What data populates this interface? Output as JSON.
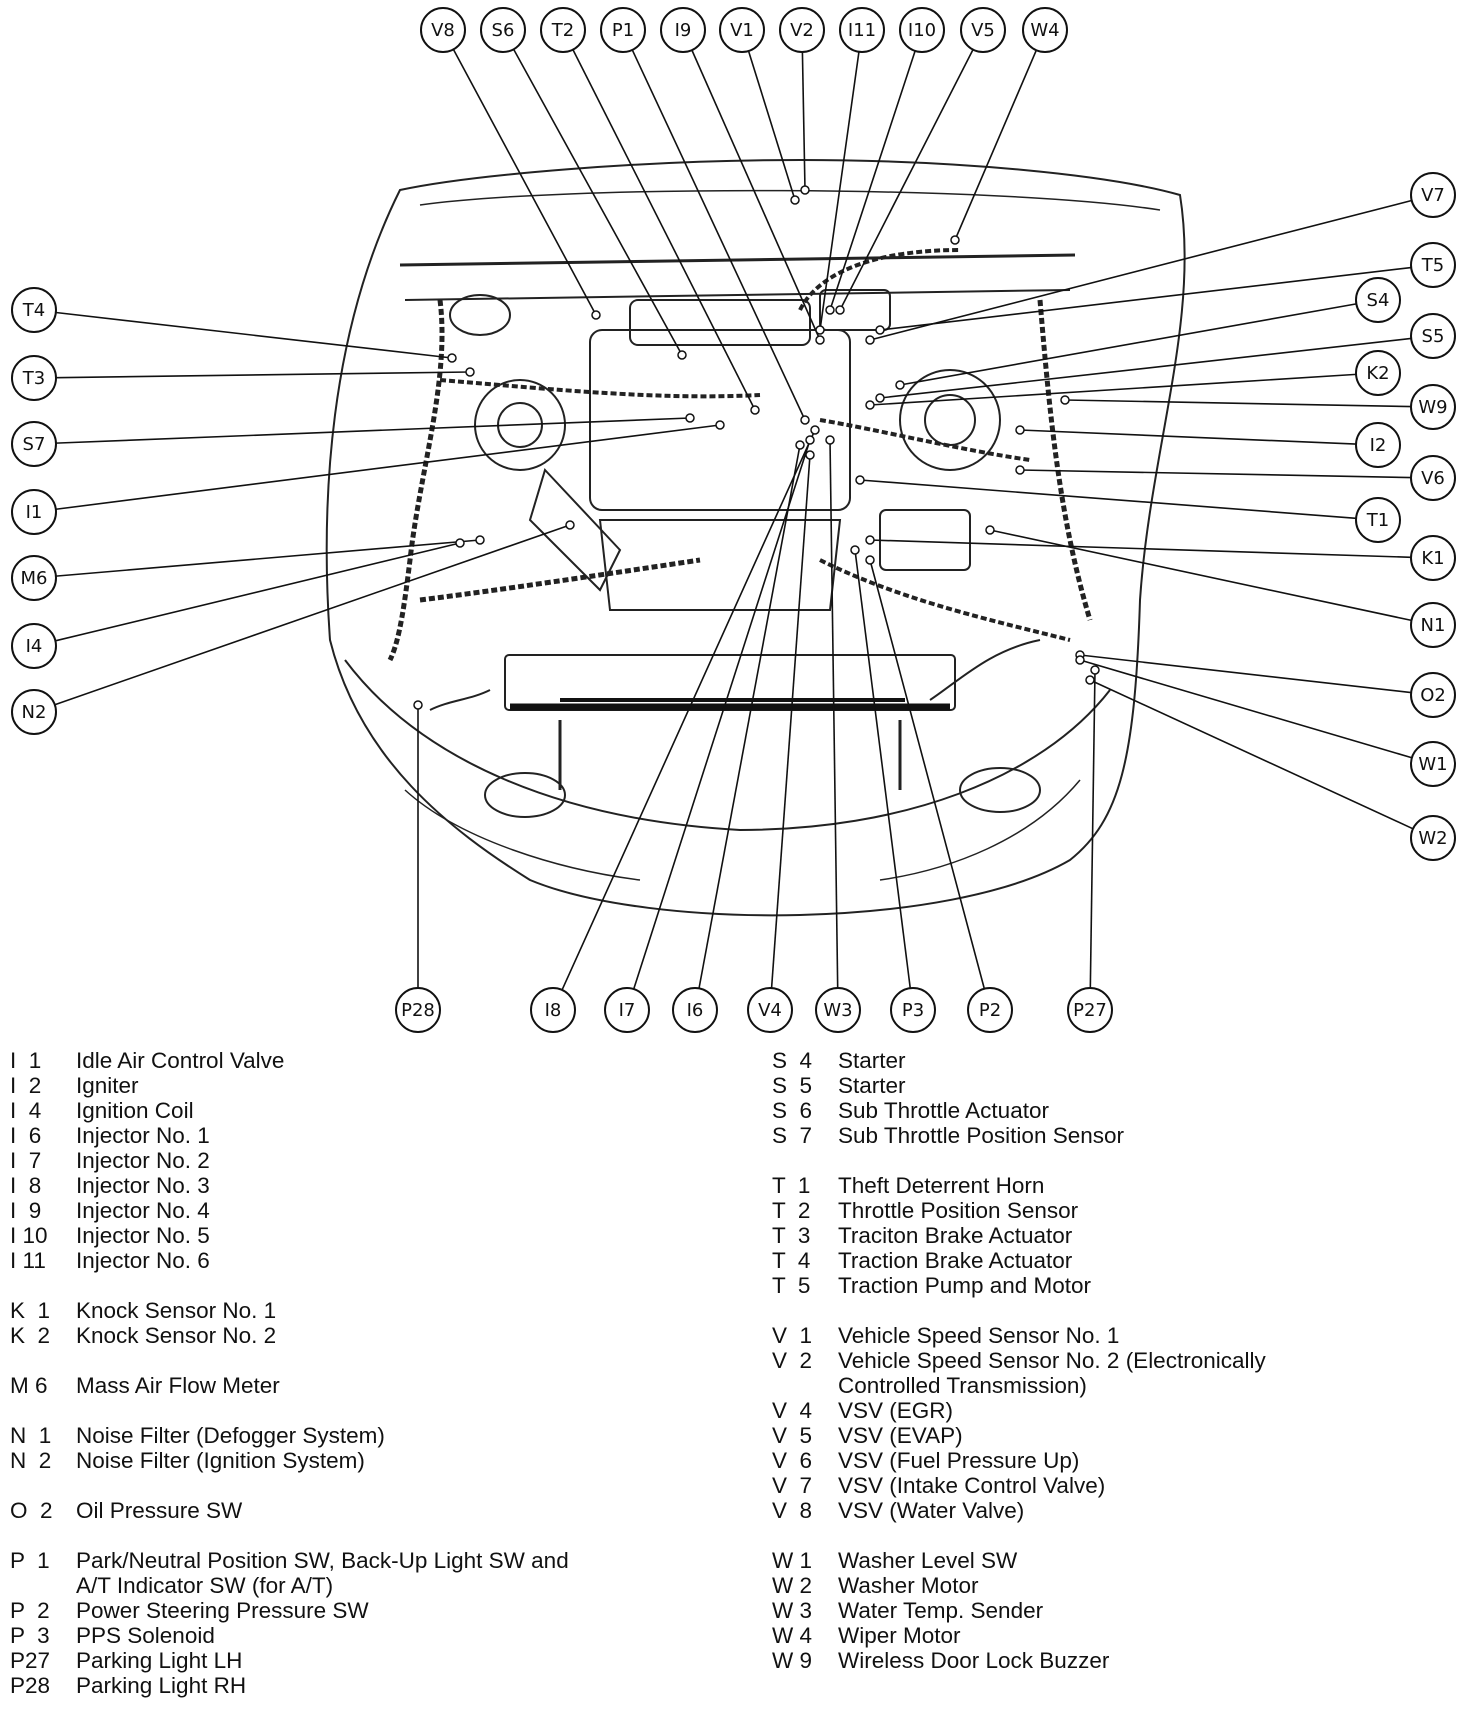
{
  "callouts": {
    "top": [
      {
        "label": "V8"
      },
      {
        "label": "S6"
      },
      {
        "label": "T2"
      },
      {
        "label": "P1"
      },
      {
        "label": "I9"
      },
      {
        "label": "V1"
      },
      {
        "label": "V2"
      },
      {
        "label": "I11"
      },
      {
        "label": "I10"
      },
      {
        "label": "V5"
      },
      {
        "label": "W4"
      }
    ],
    "left": [
      {
        "label": "T4"
      },
      {
        "label": "T3"
      },
      {
        "label": "S7"
      },
      {
        "label": "I1"
      },
      {
        "label": "M6"
      },
      {
        "label": "I4"
      },
      {
        "label": "N2"
      }
    ],
    "right": [
      {
        "label": "V7"
      },
      {
        "label": "T5"
      },
      {
        "label": "S4"
      },
      {
        "label": "S5"
      },
      {
        "label": "K2"
      },
      {
        "label": "W9"
      },
      {
        "label": "I2"
      },
      {
        "label": "V6"
      },
      {
        "label": "T1"
      },
      {
        "label": "K1"
      },
      {
        "label": "N1"
      },
      {
        "label": "O2"
      },
      {
        "label": "W1"
      },
      {
        "label": "W2"
      }
    ],
    "bottom": [
      {
        "label": "P28"
      },
      {
        "label": "I8"
      },
      {
        "label": "I7"
      },
      {
        "label": "I6"
      },
      {
        "label": "V4"
      },
      {
        "label": "W3"
      },
      {
        "label": "P3"
      },
      {
        "label": "P2"
      },
      {
        "label": "P27"
      }
    ]
  },
  "legend": {
    "left": [
      [
        {
          "code": "I  1",
          "text": "Idle Air Control Valve"
        },
        {
          "code": "I  2",
          "text": "Igniter"
        },
        {
          "code": "I  4",
          "text": "Ignition Coil"
        },
        {
          "code": "I  6",
          "text": "Injector No. 1"
        },
        {
          "code": "I  7",
          "text": "Injector No. 2"
        },
        {
          "code": "I  8",
          "text": "Injector No. 3"
        },
        {
          "code": "I  9",
          "text": "Injector No. 4"
        },
        {
          "code": "I 10",
          "text": "Injector No. 5"
        },
        {
          "code": "I 11",
          "text": "Injector No. 6"
        }
      ],
      [
        {
          "code": "K  1",
          "text": "Knock Sensor No. 1"
        },
        {
          "code": "K  2",
          "text": "Knock Sensor No. 2"
        }
      ],
      [
        {
          "code": "M 6",
          "text": "Mass Air Flow Meter"
        }
      ],
      [
        {
          "code": "N  1",
          "text": "Noise Filter (Defogger System)"
        },
        {
          "code": "N  2",
          "text": "Noise Filter (Ignition System)"
        }
      ],
      [
        {
          "code": "O  2",
          "text": "Oil Pressure SW"
        }
      ],
      [
        {
          "code": "P  1",
          "text": "Park/Neutral Position SW, Back-Up Light SW and"
        },
        {
          "code": "",
          "text": "A/T Indicator SW (for A/T)"
        },
        {
          "code": "P  2",
          "text": "Power Steering Pressure SW"
        },
        {
          "code": "P  3",
          "text": "PPS Solenoid"
        },
        {
          "code": "P27",
          "text": "Parking Light LH"
        },
        {
          "code": "P28",
          "text": "Parking Light RH"
        }
      ]
    ],
    "right": [
      [
        {
          "code": "S  4",
          "text": "Starter"
        },
        {
          "code": "S  5",
          "text": "Starter"
        },
        {
          "code": "S  6",
          "text": "Sub Throttle Actuator"
        },
        {
          "code": "S  7",
          "text": "Sub Throttle Position Sensor"
        }
      ],
      [
        {
          "code": "T  1",
          "text": "Theft Deterrent Horn"
        },
        {
          "code": "T  2",
          "text": "Throttle Position Sensor"
        },
        {
          "code": "T  3",
          "text": "Traciton Brake Actuator"
        },
        {
          "code": "T  4",
          "text": "Traction Brake Actuator"
        },
        {
          "code": "T  5",
          "text": "Traction Pump and Motor"
        }
      ],
      [
        {
          "code": "V  1",
          "text": "Vehicle Speed Sensor No. 1"
        },
        {
          "code": "V  2",
          "text": "Vehicle Speed Sensor No. 2 (Electronically"
        },
        {
          "code": "",
          "text": "Controlled Transmission)"
        },
        {
          "code": "V  4",
          "text": "VSV (EGR)"
        },
        {
          "code": "V  5",
          "text": "VSV (EVAP)"
        },
        {
          "code": "V  6",
          "text": "VSV (Fuel Pressure Up)"
        },
        {
          "code": "V  7",
          "text": "VSV (Intake Control Valve)"
        },
        {
          "code": "V  8",
          "text": "VSV (Water Valve)"
        }
      ],
      [
        {
          "code": "W 1",
          "text": "Washer Level SW"
        },
        {
          "code": "W 2",
          "text": "Washer Motor"
        },
        {
          "code": "W 3",
          "text": "Water Temp. Sender"
        },
        {
          "code": "W 4",
          "text": "Wiper Motor"
        },
        {
          "code": "W 9",
          "text": "Wireless Door Lock Buzzer"
        }
      ]
    ]
  }
}
